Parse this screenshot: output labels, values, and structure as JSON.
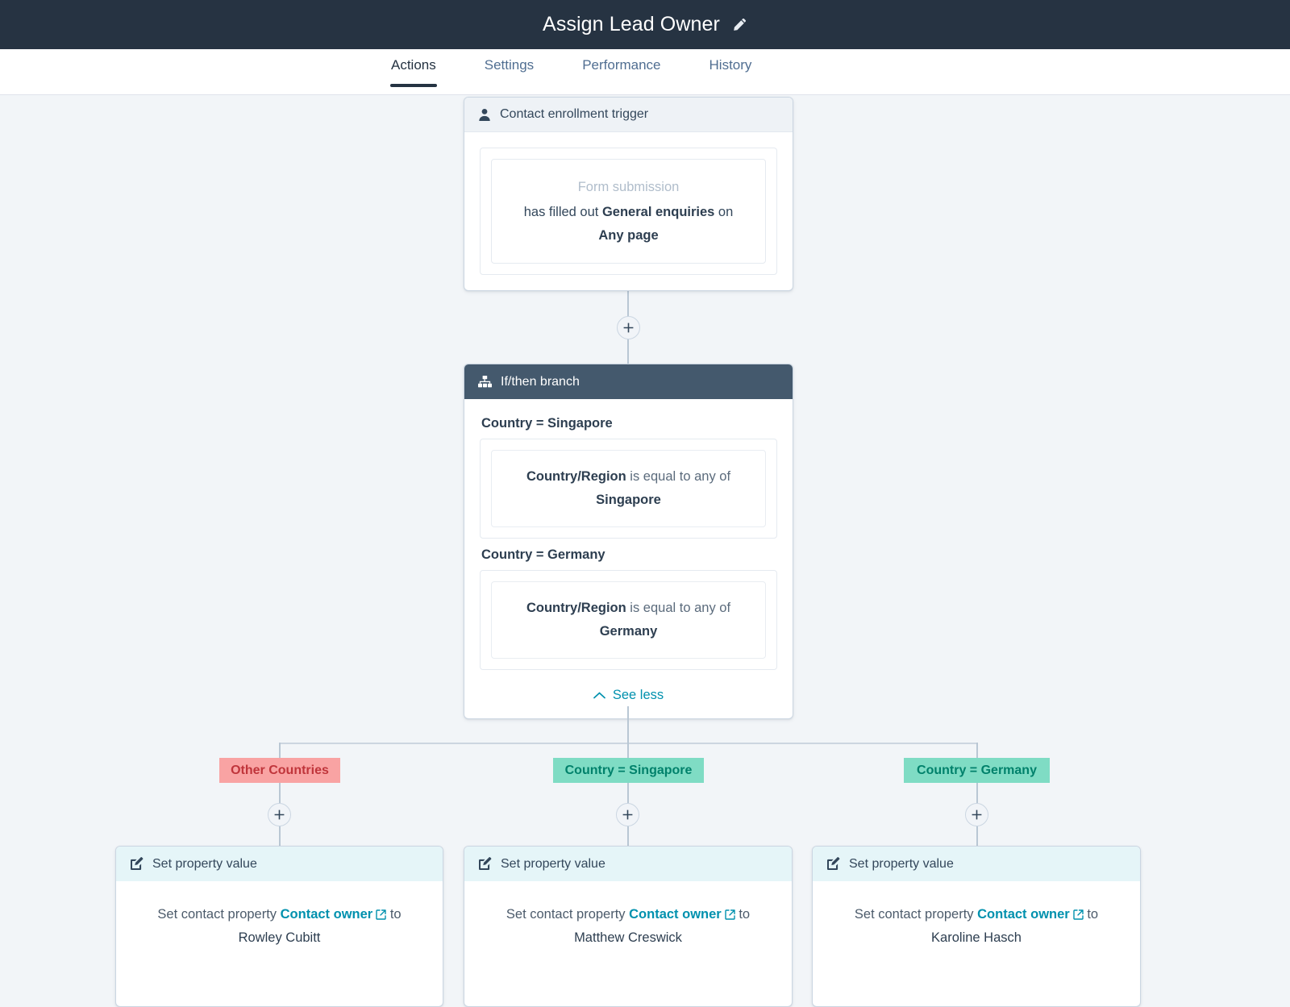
{
  "header": {
    "title": "Assign Lead Owner",
    "edit_icon": "pencil-icon",
    "background": "#263342"
  },
  "tabs": [
    {
      "label": "Actions",
      "active": true
    },
    {
      "label": "Settings",
      "active": false
    },
    {
      "label": "Performance",
      "active": false
    },
    {
      "label": "History",
      "active": false
    }
  ],
  "workflow": {
    "enrollment_trigger": {
      "icon": "contact-person-icon",
      "header": "Contact enrollment trigger",
      "trigger_type": "Form submission",
      "text_before": "has filled out ",
      "form_name": "General enquiries",
      "text_middle": " on ",
      "page_name": "Any page"
    },
    "branch": {
      "icon": "sitemap-icon",
      "header": "If/then branch",
      "conditions": [
        {
          "label": "Country = Singapore",
          "property": "Country/Region",
          "operator": " is equal to any of",
          "value": "Singapore"
        },
        {
          "label": "Country = Germany",
          "property": "Country/Region",
          "operator": " is equal to any of",
          "value": "Germany"
        }
      ],
      "toggle_label": "See less",
      "toggle_icon": "chevron-up-icon"
    },
    "branch_outputs": [
      {
        "label": "Other Countries",
        "kind": "other",
        "color": "#f9a3a3",
        "text_color": "#c0353b"
      },
      {
        "label": "Country = Singapore",
        "kind": "match",
        "color": "#7fdcc4",
        "text_color": "#00816b"
      },
      {
        "label": "Country = Germany",
        "kind": "match",
        "color": "#7fdcc4",
        "text_color": "#00816b"
      }
    ],
    "actions": [
      {
        "icon": "pen-square-icon",
        "header": "Set property value",
        "text_before": "Set contact property ",
        "property_link": "Contact owner",
        "link_icon": "external-link-icon",
        "text_after": " to",
        "value": "Rowley Cubitt"
      },
      {
        "icon": "pen-square-icon",
        "header": "Set property value",
        "text_before": "Set contact property ",
        "property_link": "Contact owner",
        "link_icon": "external-link-icon",
        "text_after": " to",
        "value": "Matthew Creswick"
      },
      {
        "icon": "pen-square-icon",
        "header": "Set property value",
        "text_before": "Set contact property ",
        "property_link": "Contact owner",
        "link_icon": "external-link-icon",
        "text_after": " to",
        "value": "Karoline Hasch"
      }
    ],
    "add_step_buttons": [
      {
        "name": "add-step-after-trigger"
      },
      {
        "name": "add-step-branch-other"
      },
      {
        "name": "add-step-branch-singapore"
      },
      {
        "name": "add-step-branch-germany"
      }
    ]
  }
}
